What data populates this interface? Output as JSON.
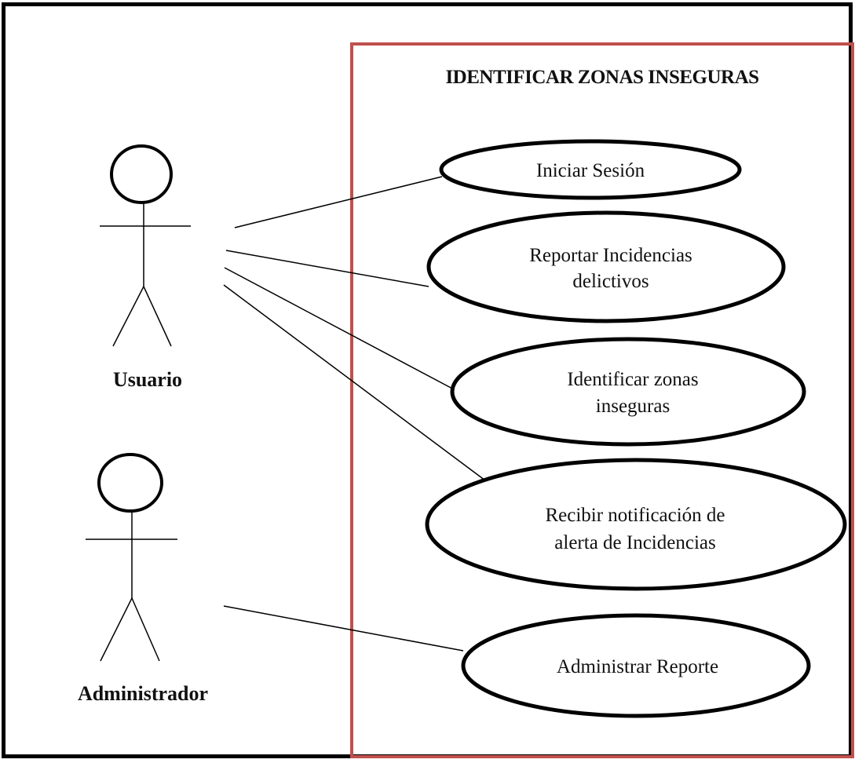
{
  "system": {
    "title": "IDENTIFICAR  ZONAS INSEGURAS",
    "border_color": "#c0504d"
  },
  "actors": {
    "usuario": {
      "name": "Usuario"
    },
    "administrador": {
      "name": "Administrador"
    }
  },
  "use_cases": {
    "iniciar_sesion": {
      "line1": "Iniciar Sesión"
    },
    "reportar": {
      "line1": "Reportar Incidencias",
      "line2": "delictivos"
    },
    "identificar": {
      "line1": "Identificar zonas",
      "line2": "inseguras"
    },
    "recibir": {
      "line1": "Recibir notificación de",
      "line2": "alerta de Incidencias"
    },
    "administrar": {
      "line1": "Administrar Reporte"
    }
  }
}
